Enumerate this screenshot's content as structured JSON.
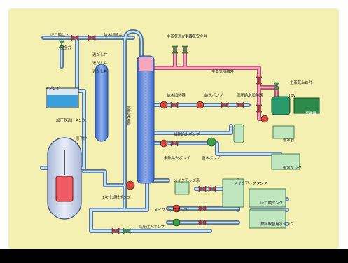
{
  "labels": {
    "boron_addition": "ほう酸注入",
    "feedwater_main": "給水調節弁",
    "safety_valve": "安全弁",
    "valve_a": "逃がし弁",
    "valve_b": "逃がし弁",
    "valve_c": "逃がし弁",
    "injection": "スプレイ",
    "dilution_tank": "加圧器逃しタンク",
    "reactor": "原子炉",
    "main_coolant": "蒸気発生器",
    "main_steam_isolation": "主蒸気逃がし弁",
    "main_steam_safety": "主蒸気安全弁",
    "main_steam_line": "主蒸気隔離弁",
    "main_steam_stop": "主蒸気止め弁",
    "feedwater_heater": "給水加熱器",
    "feedwater_pump": "給水ポンプ",
    "feedwater_heater_2": "低圧給水加熱器",
    "tbv": "TBV",
    "generator": "発電機",
    "condenser": "復水器",
    "aux_feedwater_pump": "補助給水ポンプ",
    "residual_heat_pump": "余熱除去ポンプ",
    "condensate_pump": "復水ポンプ",
    "storage_tank": "復水タンク",
    "makeup_heat": "メイクアップ系",
    "makeup_tank": "メイクアップタンク",
    "charging_pump": "1次冷却材ポンプ",
    "makeup_pump": "メイクアップポンプ",
    "boric_acid_tank": "ほう酸タンク",
    "waste_tank": "燃料取替用水タンク",
    "hp_injection_pump": "高圧注入ポンプ"
  },
  "colors": {
    "background": "#f4f0b2",
    "water_pipe": "#bfe8f6",
    "steam_pipe": "#f3a7bf",
    "valve_closed": "#c23a3a",
    "valve_open": "#3aa04a",
    "tank_green": "#bfe6bf"
  }
}
